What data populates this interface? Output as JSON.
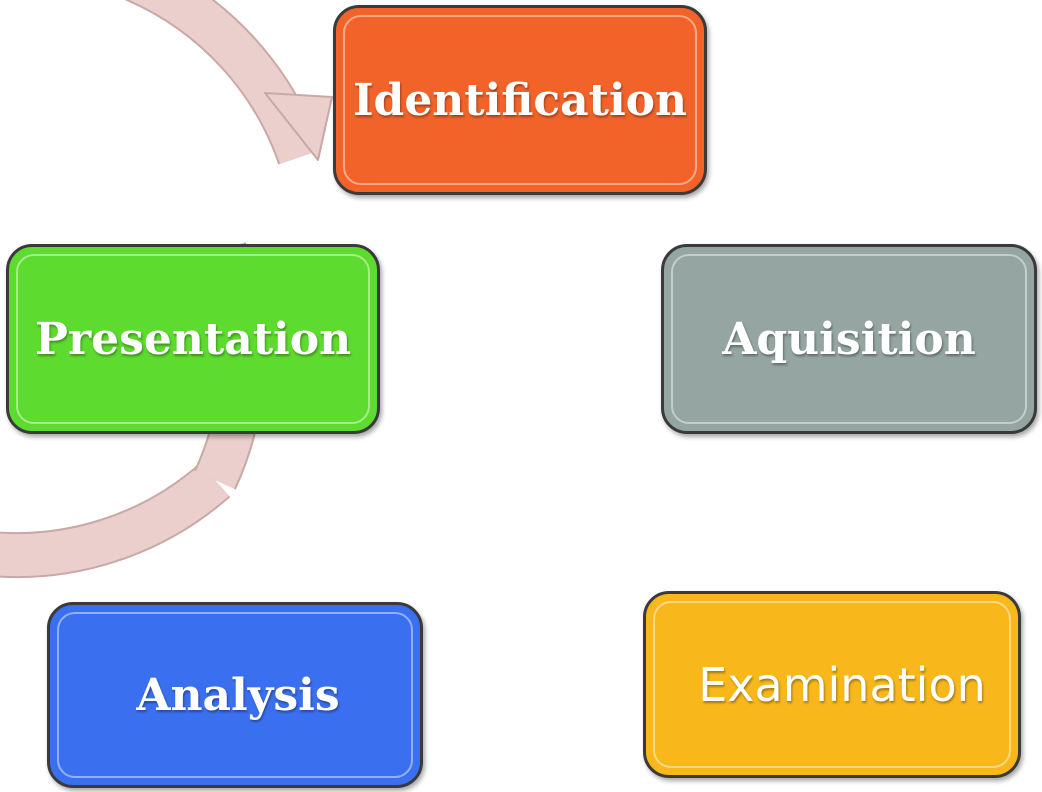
{
  "diagram": {
    "type": "cycle",
    "stages": [
      {
        "id": "identification",
        "label": "Identification",
        "color": "#f2632a"
      },
      {
        "id": "aquisition",
        "label": "Aquisition",
        "color": "#95a5a1"
      },
      {
        "id": "examination",
        "label": "Examination",
        "color": "#f8b81c"
      },
      {
        "id": "analysis",
        "label": "Analysis",
        "color": "#3a70ef"
      },
      {
        "id": "presentation",
        "label": "Presentation",
        "color": "#5ddb2e"
      }
    ],
    "ring_color": "#ebcfcc",
    "ring_outline": "#c9a9a5"
  }
}
